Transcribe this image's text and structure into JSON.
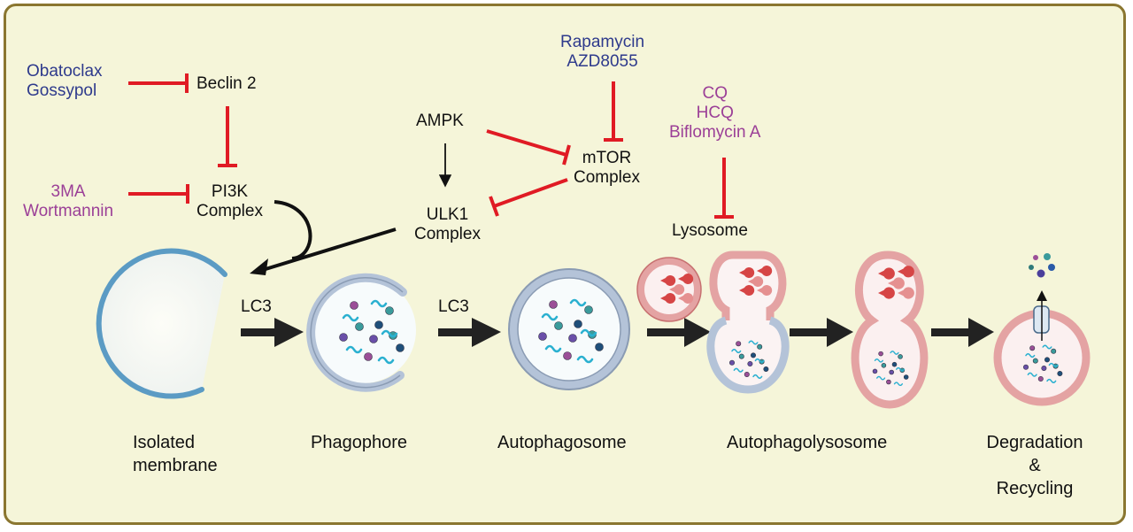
{
  "colors": {
    "background": "#f5f5d9",
    "frame": "#8a7630",
    "inhibitor_line": "#e01b24",
    "drug_blue": "#2e3a8c",
    "drug_purple": "#9b3f97",
    "text": "#111111"
  },
  "inhibitors": {
    "beclin_drugs": [
      "Obatoclax",
      "Gossypol"
    ],
    "pi3k_drugs": [
      "3MA",
      "Wortmannin"
    ],
    "mtor_drugs": [
      "Rapamycin",
      "AZD8055"
    ],
    "lysosome_drugs": [
      "CQ",
      "HCQ",
      "Biflomycin A"
    ]
  },
  "nodes": {
    "beclin": "Beclin 2",
    "pi3k": [
      "PI3K",
      "Complex"
    ],
    "ampk": "AMPK",
    "mtor": [
      "mTOR",
      "Complex"
    ],
    "ulk1": [
      "ULK1",
      "Complex"
    ],
    "lysosome": "Lysosome"
  },
  "arrows": {
    "lc3_1": "LC3",
    "lc3_2": "LC3"
  },
  "stages": {
    "isolated": [
      "Isolated",
      "membrane"
    ],
    "phagophore": "Phagophore",
    "autophagosome": "Autophagosome",
    "autophagolysosome": "Autophagolysosome",
    "degradation": [
      "Degradation",
      "&",
      "Recycling"
    ]
  }
}
